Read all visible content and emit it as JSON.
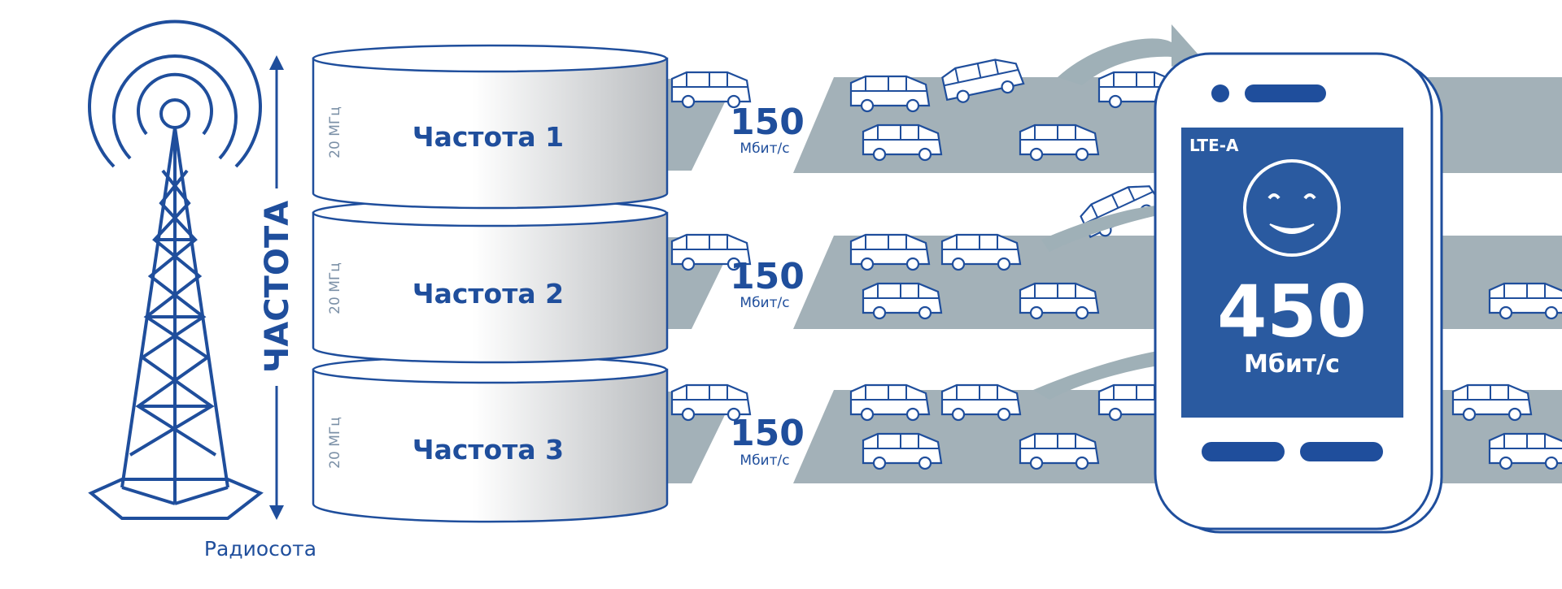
{
  "tower": {
    "caption": "Радиосота",
    "axis_label": "ЧАСТОТА"
  },
  "channels": [
    {
      "label": "Частота 1",
      "bandwidth": "20 МГц",
      "speed_value": "150",
      "speed_unit": "Мбит/с"
    },
    {
      "label": "Частота 2",
      "bandwidth": "20 МГц",
      "speed_value": "150",
      "speed_unit": "Мбит/с"
    },
    {
      "label": "Частота 3",
      "bandwidth": "20 МГц",
      "speed_value": "150",
      "speed_unit": "Мбит/с"
    }
  ],
  "phone": {
    "technology": "LTE-A",
    "speed_value": "450",
    "speed_unit": "Мбит/с",
    "face_icon": "smiley-face-icon"
  },
  "colors": {
    "primary_blue": "#1f4e9c",
    "road_gray": "#a3b1b8",
    "screen_blue": "#2a5aa0",
    "arrow_gray": "#9fb0b7"
  }
}
